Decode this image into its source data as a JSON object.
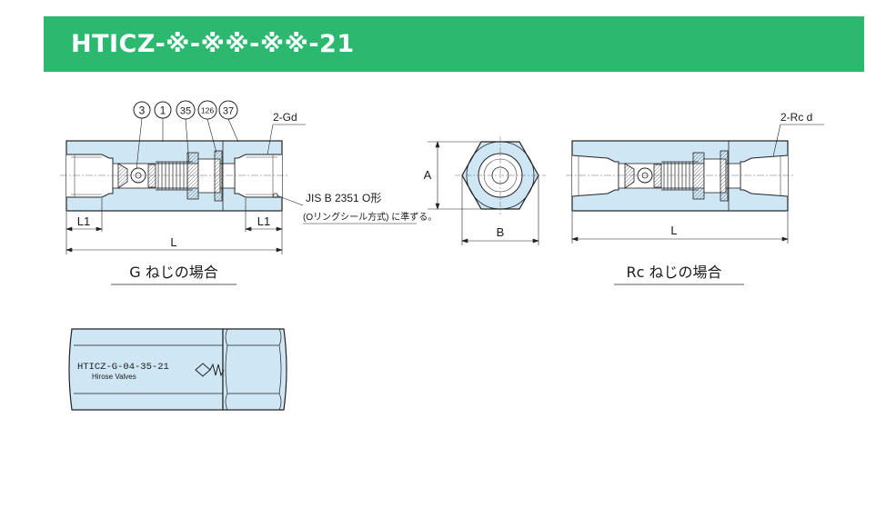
{
  "header": {
    "title": "HTICZ-※-※※-※※-21",
    "bg_color": "#2db870"
  },
  "body_fill_color": "#cfe6f5",
  "g_drawing": {
    "callouts": [
      "3",
      "1",
      "35",
      "126",
      "37"
    ],
    "port_label": "2-Gd",
    "dim_l1_left": "L1",
    "dim_l1_right": "L1",
    "dim_l": "L",
    "note_line1": "JIS B 2351 O形",
    "note_line2": "(Oリングシール方式) に準ずる。",
    "caption": "G ねじの場合"
  },
  "end_view": {
    "dim_a": "A",
    "dim_b": "B"
  },
  "rc_drawing": {
    "port_label": "2-Rc d",
    "dim_l": "L",
    "caption": "Rc ねじの場合"
  },
  "nameplate": {
    "model": "HTICZ-G-04-35-21",
    "maker": "Hirose Valves"
  }
}
